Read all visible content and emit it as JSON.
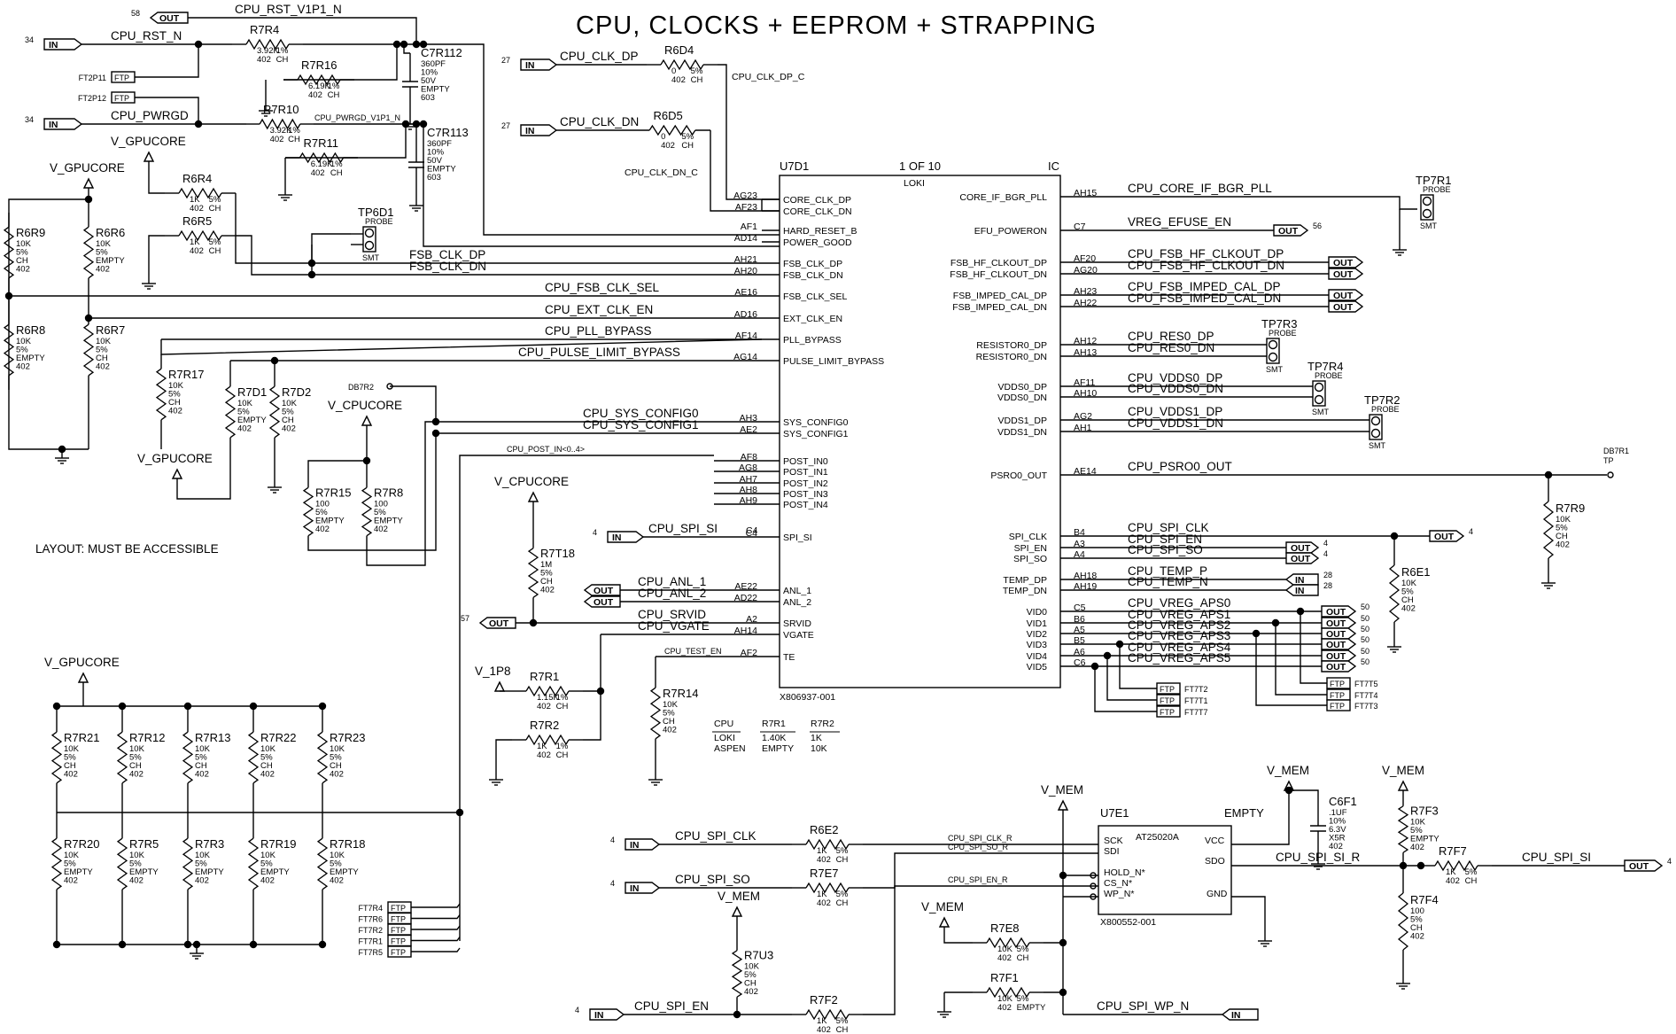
{
  "title": "CPU,   CLOCKS  +  EEPROM  +  STRAPPING",
  "note": "LAYOUT:   MUST  BE  ACCESSIBLE",
  "flags": {
    "in": "IN",
    "out": "OUT",
    "ftp": "FTP",
    "smt": "SMT",
    "probe": "PROBE"
  },
  "pages": {
    "p58": "58",
    "p34": "34",
    "p27": "27",
    "p56": "56",
    "p57": "57",
    "p4": "4",
    "p28": "28",
    "p50": "50"
  },
  "nets": {
    "cpu_rst_v1p1_n": "CPU_RST_V1P1_N",
    "cpu_rst_n": "CPU_RST_N",
    "cpu_pwrgd": "CPU_PWRGD",
    "cpu_pwrgd_v1p1_n": "CPU_PWRGD_V1P1_N",
    "cpu_clk_dp": "CPU_CLK_DP",
    "cpu_clk_dn": "CPU_CLK_DN",
    "cpu_clk_dp_c": "CPU_CLK_DP_C",
    "cpu_clk_dn_c": "CPU_CLK_DN_C",
    "fsb_clk_dp": "FSB_CLK_DP",
    "fsb_clk_dn": "FSB_CLK_DN",
    "cpu_fsb_clk_sel": "CPU_FSB_CLK_SEL",
    "cpu_ext_clk_en": "CPU_EXT_CLK_EN",
    "cpu_pll_bypass": "CPU_PLL_BYPASS",
    "cpu_pulse_limit_bypass": "CPU_PULSE_LIMIT_BYPASS",
    "cpu_sys_config0": "CPU_SYS_CONFIG0",
    "cpu_sys_config1": "CPU_SYS_CONFIG1",
    "cpu_post_in": "CPU_POST_IN<0..4>",
    "cpu_spi_si": "CPU_SPI_SI",
    "cpu_anl_1": "CPU_ANL_1",
    "cpu_anl_2": "CPU_ANL_2",
    "cpu_srvid": "CPU_SRVID",
    "cpu_vgate": "CPU_VGATE",
    "cpu_test_en": "CPU_TEST_EN",
    "cpu_core_if_bgr_pll": "CPU_CORE_IF_BGR_PLL",
    "vreg_efuse_en": "VREG_EFUSE_EN",
    "cpu_fsb_hf_clkout_dp": "CPU_FSB_HF_CLKOUT_DP",
    "cpu_fsb_hf_clkout_dn": "CPU_FSB_HF_CLKOUT_DN",
    "cpu_fsb_imped_cal_dp": "CPU_FSB_IMPED_CAL_DP",
    "cpu_fsb_imped_cal_dn": "CPU_FSB_IMPED_CAL_DN",
    "cpu_res0_dp": "CPU_RES0_DP",
    "cpu_res0_dn": "CPU_RES0_DN",
    "cpu_vdds0_dp": "CPU_VDDS0_DP",
    "cpu_vdds0_dn": "CPU_VDDS0_DN",
    "cpu_vdds1_dp": "CPU_VDDS1_DP",
    "cpu_vdds1_dn": "CPU_VDDS1_DN",
    "cpu_psro0_out": "CPU_PSRO0_OUT",
    "cpu_spi_clk": "CPU_SPI_CLK",
    "cpu_spi_en": "CPU_SPI_EN",
    "cpu_spi_so": "CPU_SPI_SO",
    "cpu_temp_p": "CPU_TEMP_P",
    "cpu_temp_n": "CPU_TEMP_N",
    "cpu_vreg_aps0": "CPU_VREG_APS0",
    "cpu_vreg_aps1": "CPU_VREG_APS1",
    "cpu_vreg_aps2": "CPU_VREG_APS2",
    "cpu_vreg_aps3": "CPU_VREG_APS3",
    "cpu_vreg_aps4": "CPU_VREG_APS4",
    "cpu_vreg_aps5": "CPU_VREG_APS5",
    "cpu_spi_clk_r": "CPU_SPI_CLK_R",
    "cpu_spi_so_r": "CPU_SPI_SO_R",
    "cpu_spi_en_r": "CPU_SPI_EN_R",
    "cpu_spi_si_r": "CPU_SPI_SI_R",
    "cpu_spi_wp_n": "CPU_SPI_WP_N"
  },
  "power": {
    "v_gpucore": "V_GPUCORE",
    "v_cpucore": "V_CPUCORE",
    "v_1p8": "V_1P8",
    "v_mem": "V_MEM"
  },
  "ic": {
    "ref": "U7D1",
    "part_of": "1   OF   10",
    "type": "IC",
    "name": "LOKI",
    "pn": "X806937-001",
    "left_pins": [
      {
        "ball": "AG23",
        "name": "CORE_CLK_DP"
      },
      {
        "ball": "AF23",
        "name": "CORE_CLK_DN"
      },
      {
        "ball": "AF1",
        "name": "HARD_RESET_B"
      },
      {
        "ball": "AD14",
        "name": "POWER_GOOD"
      },
      {
        "ball": "AH21",
        "name": "FSB_CLK_DP"
      },
      {
        "ball": "AH20",
        "name": "FSB_CLK_DN"
      },
      {
        "ball": "AE16",
        "name": "FSB_CLK_SEL"
      },
      {
        "ball": "AD16",
        "name": "EXT_CLK_EN"
      },
      {
        "ball": "AF14",
        "name": "PLL_BYPASS"
      },
      {
        "ball": "AG14",
        "name": "PULSE_LIMIT_BYPASS"
      },
      {
        "ball": "AH3",
        "name": "SYS_CONFIG0"
      },
      {
        "ball": "AE2",
        "name": "SYS_CONFIG1"
      },
      {
        "ball": "AF8",
        "name": "POST_IN0"
      },
      {
        "ball": "AG8",
        "name": "POST_IN1"
      },
      {
        "ball": "AH7",
        "name": "POST_IN2"
      },
      {
        "ball": "AH8",
        "name": "POST_IN3"
      },
      {
        "ball": "AH9",
        "name": "POST_IN4"
      },
      {
        "ball": "C4",
        "name": "SPI_SI"
      },
      {
        "ball": "AE22",
        "name": "ANL_1"
      },
      {
        "ball": "AD22",
        "name": "ANL_2"
      },
      {
        "ball": "A2",
        "name": "SRVID"
      },
      {
        "ball": "AH14",
        "name": "VGATE"
      },
      {
        "ball": "AF2",
        "name": "TE"
      }
    ],
    "right_pins": [
      {
        "ball": "AH15",
        "name": "CORE_IF_BGR_PLL"
      },
      {
        "ball": "C7",
        "name": "EFU_POWERON"
      },
      {
        "ball": "AF20",
        "name": "FSB_HF_CLKOUT_DP"
      },
      {
        "ball": "AG20",
        "name": "FSB_HF_CLKOUT_DN"
      },
      {
        "ball": "AH23",
        "name": "FSB_IMPED_CAL_DP"
      },
      {
        "ball": "AH22",
        "name": "FSB_IMPED_CAL_DN"
      },
      {
        "ball": "AH12",
        "name": "RESISTOR0_DP"
      },
      {
        "ball": "AH13",
        "name": "RESISTOR0_DN"
      },
      {
        "ball": "AF11",
        "name": "VDDS0_DP"
      },
      {
        "ball": "AH10",
        "name": "VDDS0_DN"
      },
      {
        "ball": "AG2",
        "name": "VDDS1_DP"
      },
      {
        "ball": "AH1",
        "name": "VDDS1_DN"
      },
      {
        "ball": "AE14",
        "name": "PSRO0_OUT"
      },
      {
        "ball": "B4",
        "name": "SPI_CLK"
      },
      {
        "ball": "A3",
        "name": "SPI_EN"
      },
      {
        "ball": "A4",
        "name": "SPI_SO"
      },
      {
        "ball": "AH18",
        "name": "TEMP_DP"
      },
      {
        "ball": "AH19",
        "name": "TEMP_DN"
      },
      {
        "ball": "C5",
        "name": "VID0"
      },
      {
        "ball": "B6",
        "name": "VID1"
      },
      {
        "ball": "A5",
        "name": "VID2"
      },
      {
        "ball": "B5",
        "name": "VID3"
      },
      {
        "ball": "A6",
        "name": "VID4"
      },
      {
        "ball": "C6",
        "name": "VID5"
      }
    ]
  },
  "eeprom": {
    "ref": "U7E1",
    "name": "AT25020A",
    "empty": "EMPTY",
    "pn": "X800552-001",
    "pins": {
      "sck": "SCK",
      "sdi": "SDI",
      "hold": "HOLD_N*",
      "cs": "CS_N*",
      "wp": "WP_N*",
      "vcc": "VCC",
      "sdo": "SDO",
      "gnd": "GND"
    }
  },
  "components": {
    "r7r4": {
      "ref": "R7R4",
      "v1": "3.92K",
      "v2": "402",
      "t": "1%",
      "c": "CH"
    },
    "r7r16": {
      "ref": "R7R16",
      "v1": "6.19K",
      "v2": "402",
      "t": "1%",
      "c": "CH"
    },
    "r7r10": {
      "ref": "R7R10",
      "v1": "3.92K",
      "v2": "402",
      "t": "1%",
      "c": "CH"
    },
    "r7r11": {
      "ref": "R7R11",
      "v1": "6.19K",
      "v2": "402",
      "t": "1%",
      "c": "CH"
    },
    "c7r112": {
      "ref": "C7R112",
      "v1": "360PF",
      "v2": "10%",
      "v3": "50V",
      "v4": "EMPTY",
      "v5": "603"
    },
    "c7r113": {
      "ref": "C7R113",
      "v1": "360PF",
      "v2": "10%",
      "v3": "50V",
      "v4": "EMPTY",
      "v5": "603"
    },
    "r6d4": {
      "ref": "R6D4",
      "v1": "0",
      "v2": "402",
      "t": "5%",
      "c": "CH"
    },
    "r6d5": {
      "ref": "R6D5",
      "v1": "0",
      "v2": "402",
      "t": "5%",
      "c": "CH"
    },
    "r6r4": {
      "ref": "R6R4",
      "v1": "1K",
      "v2": "402",
      "t": "5%",
      "c": "CH"
    },
    "r6r5": {
      "ref": "R6R5",
      "v1": "1K",
      "v2": "402",
      "t": "5%",
      "c": "CH"
    },
    "r6r9": {
      "ref": "R6R9",
      "v1": "10K",
      "v2": "5%",
      "v3": "CH",
      "v4": "402"
    },
    "r6r6": {
      "ref": "R6R6",
      "v1": "10K",
      "v2": "5%",
      "v3": "EMPTY",
      "v4": "402"
    },
    "r6r8": {
      "ref": "R6R8",
      "v1": "10K",
      "v2": "5%",
      "v3": "EMPTY",
      "v4": "402"
    },
    "r6r7": {
      "ref": "R6R7",
      "v1": "10K",
      "v2": "5%",
      "v3": "CH",
      "v4": "402"
    },
    "r7r17": {
      "ref": "R7R17",
      "v1": "10K",
      "v2": "5%",
      "v3": "CH",
      "v4": "402"
    },
    "r7d1": {
      "ref": "R7D1",
      "v1": "10K",
      "v2": "5%",
      "v3": "EMPTY",
      "v4": "402"
    },
    "r7d2": {
      "ref": "R7D2",
      "v1": "10K",
      "v2": "5%",
      "v3": "CH",
      "v4": "402"
    },
    "r7r15": {
      "ref": "R7R15",
      "v1": "100",
      "v2": "5%",
      "v3": "EMPTY",
      "v4": "402"
    },
    "r7r8": {
      "ref": "R7R8",
      "v1": "100",
      "v2": "5%",
      "v3": "EMPTY",
      "v4": "402"
    },
    "r7t18": {
      "ref": "R7T18",
      "v1": "1M",
      "v2": "5%",
      "v3": "CH",
      "v4": "402"
    },
    "r7r1": {
      "ref": "R7R1",
      "v1": "1.15K",
      "v2": "402",
      "t": "1%",
      "c": "CH"
    },
    "r7r2": {
      "ref": "R7R2",
      "v1": "1K",
      "v2": "402",
      "t": "1%",
      "c": "CH"
    },
    "r7r14": {
      "ref": "R7R14",
      "v1": "10K",
      "v2": "5%",
      "v3": "CH",
      "v4": "402"
    },
    "r7r9": {
      "ref": "R7R9",
      "v1": "10K",
      "v2": "5%",
      "v3": "CH",
      "v4": "402"
    },
    "r6e1": {
      "ref": "R6E1",
      "v1": "10K",
      "v2": "5%",
      "v3": "CH",
      "v4": "402"
    },
    "r6e2": {
      "ref": "R6E2",
      "v1": "1K",
      "v2": "402",
      "t": "5%",
      "c": "CH"
    },
    "r7e7": {
      "ref": "R7E7",
      "v1": "1K",
      "v2": "402",
      "t": "5%",
      "c": "CH"
    },
    "r7u3": {
      "ref": "R7U3",
      "v1": "10K",
      "v2": "5%",
      "v3": "CH",
      "v4": "402"
    },
    "r7f2": {
      "ref": "R7F2",
      "v1": "1K",
      "v2": "402",
      "t": "5%",
      "c": "CH"
    },
    "r7e8": {
      "ref": "R7E8",
      "v1": "10K",
      "v2": "402",
      "t": "5%",
      "c": "CH"
    },
    "r7f1": {
      "ref": "R7F1",
      "v1": "10K",
      "v2": "402",
      "t": "5%",
      "c": "EMPTY"
    },
    "c6f1": {
      "ref": "C6F1",
      "v1": ".1UF",
      "v2": "10%",
      "v3": "6.3V",
      "v4": "X5R",
      "v5": "402"
    },
    "r7f3": {
      "ref": "R7F3",
      "v1": "10K",
      "v2": "5%",
      "v3": "EMPTY",
      "v4": "402"
    },
    "r7f7": {
      "ref": "R7F7",
      "v1": "1K",
      "v2": "402",
      "t": "5%",
      "c": "CH"
    },
    "r7f4": {
      "ref": "R7F4",
      "v1": "100",
      "v2": "5%",
      "v3": "CH",
      "v4": "402"
    }
  },
  "top_row": [
    {
      "ref": "R7R21",
      "v": [
        "10K",
        "5%",
        "CH",
        "402"
      ]
    },
    {
      "ref": "R7R12",
      "v": [
        "10K",
        "5%",
        "CH",
        "402"
      ]
    },
    {
      "ref": "R7R13",
      "v": [
        "10K",
        "5%",
        "CH",
        "402"
      ]
    },
    {
      "ref": "R7R22",
      "v": [
        "10K",
        "5%",
        "CH",
        "402"
      ]
    },
    {
      "ref": "R7R23",
      "v": [
        "10K",
        "5%",
        "CH",
        "402"
      ]
    }
  ],
  "bottom_row": [
    {
      "ref": "R7R20",
      "v": [
        "10K",
        "5%",
        "EMPTY",
        "402"
      ]
    },
    {
      "ref": "R7R5",
      "v": [
        "10K",
        "5%",
        "EMPTY",
        "402"
      ]
    },
    {
      "ref": "R7R3",
      "v": [
        "10K",
        "5%",
        "EMPTY",
        "402"
      ]
    },
    {
      "ref": "R7R19",
      "v": [
        "10K",
        "5%",
        "EMPTY",
        "402"
      ]
    },
    {
      "ref": "R7R18",
      "v": [
        "10K",
        "5%",
        "EMPTY",
        "402"
      ]
    }
  ],
  "testpoints": {
    "ft2p11": "FT2P11",
    "ft2p12": "FT2P12",
    "tp6d1": "TP6D1",
    "tp7r1": "TP7R1",
    "tp7r3": "TP7R3",
    "tp7r4": "TP7R4",
    "tp7r2": "TP7R2",
    "db7r2": "DB7R2",
    "db7r1": "DB7R1",
    "tp": "TP",
    "ft_left": [
      "FT7R4",
      "FT7R6",
      "FT7R2",
      "FT7R1",
      "FT7R5"
    ],
    "ft_vid_a": [
      "FT7T2",
      "FT7T1",
      "FT7T7"
    ],
    "ft_vid_b": [
      "FT7T5",
      "FT7T4",
      "FT7T3"
    ]
  },
  "strap_table": {
    "h": [
      "CPU",
      "R7R1",
      "R7R2"
    ],
    "r1": [
      "LOKI",
      "1.40K",
      "1K"
    ],
    "r2": [
      "ASPEN",
      "EMPTY",
      "10K"
    ]
  }
}
